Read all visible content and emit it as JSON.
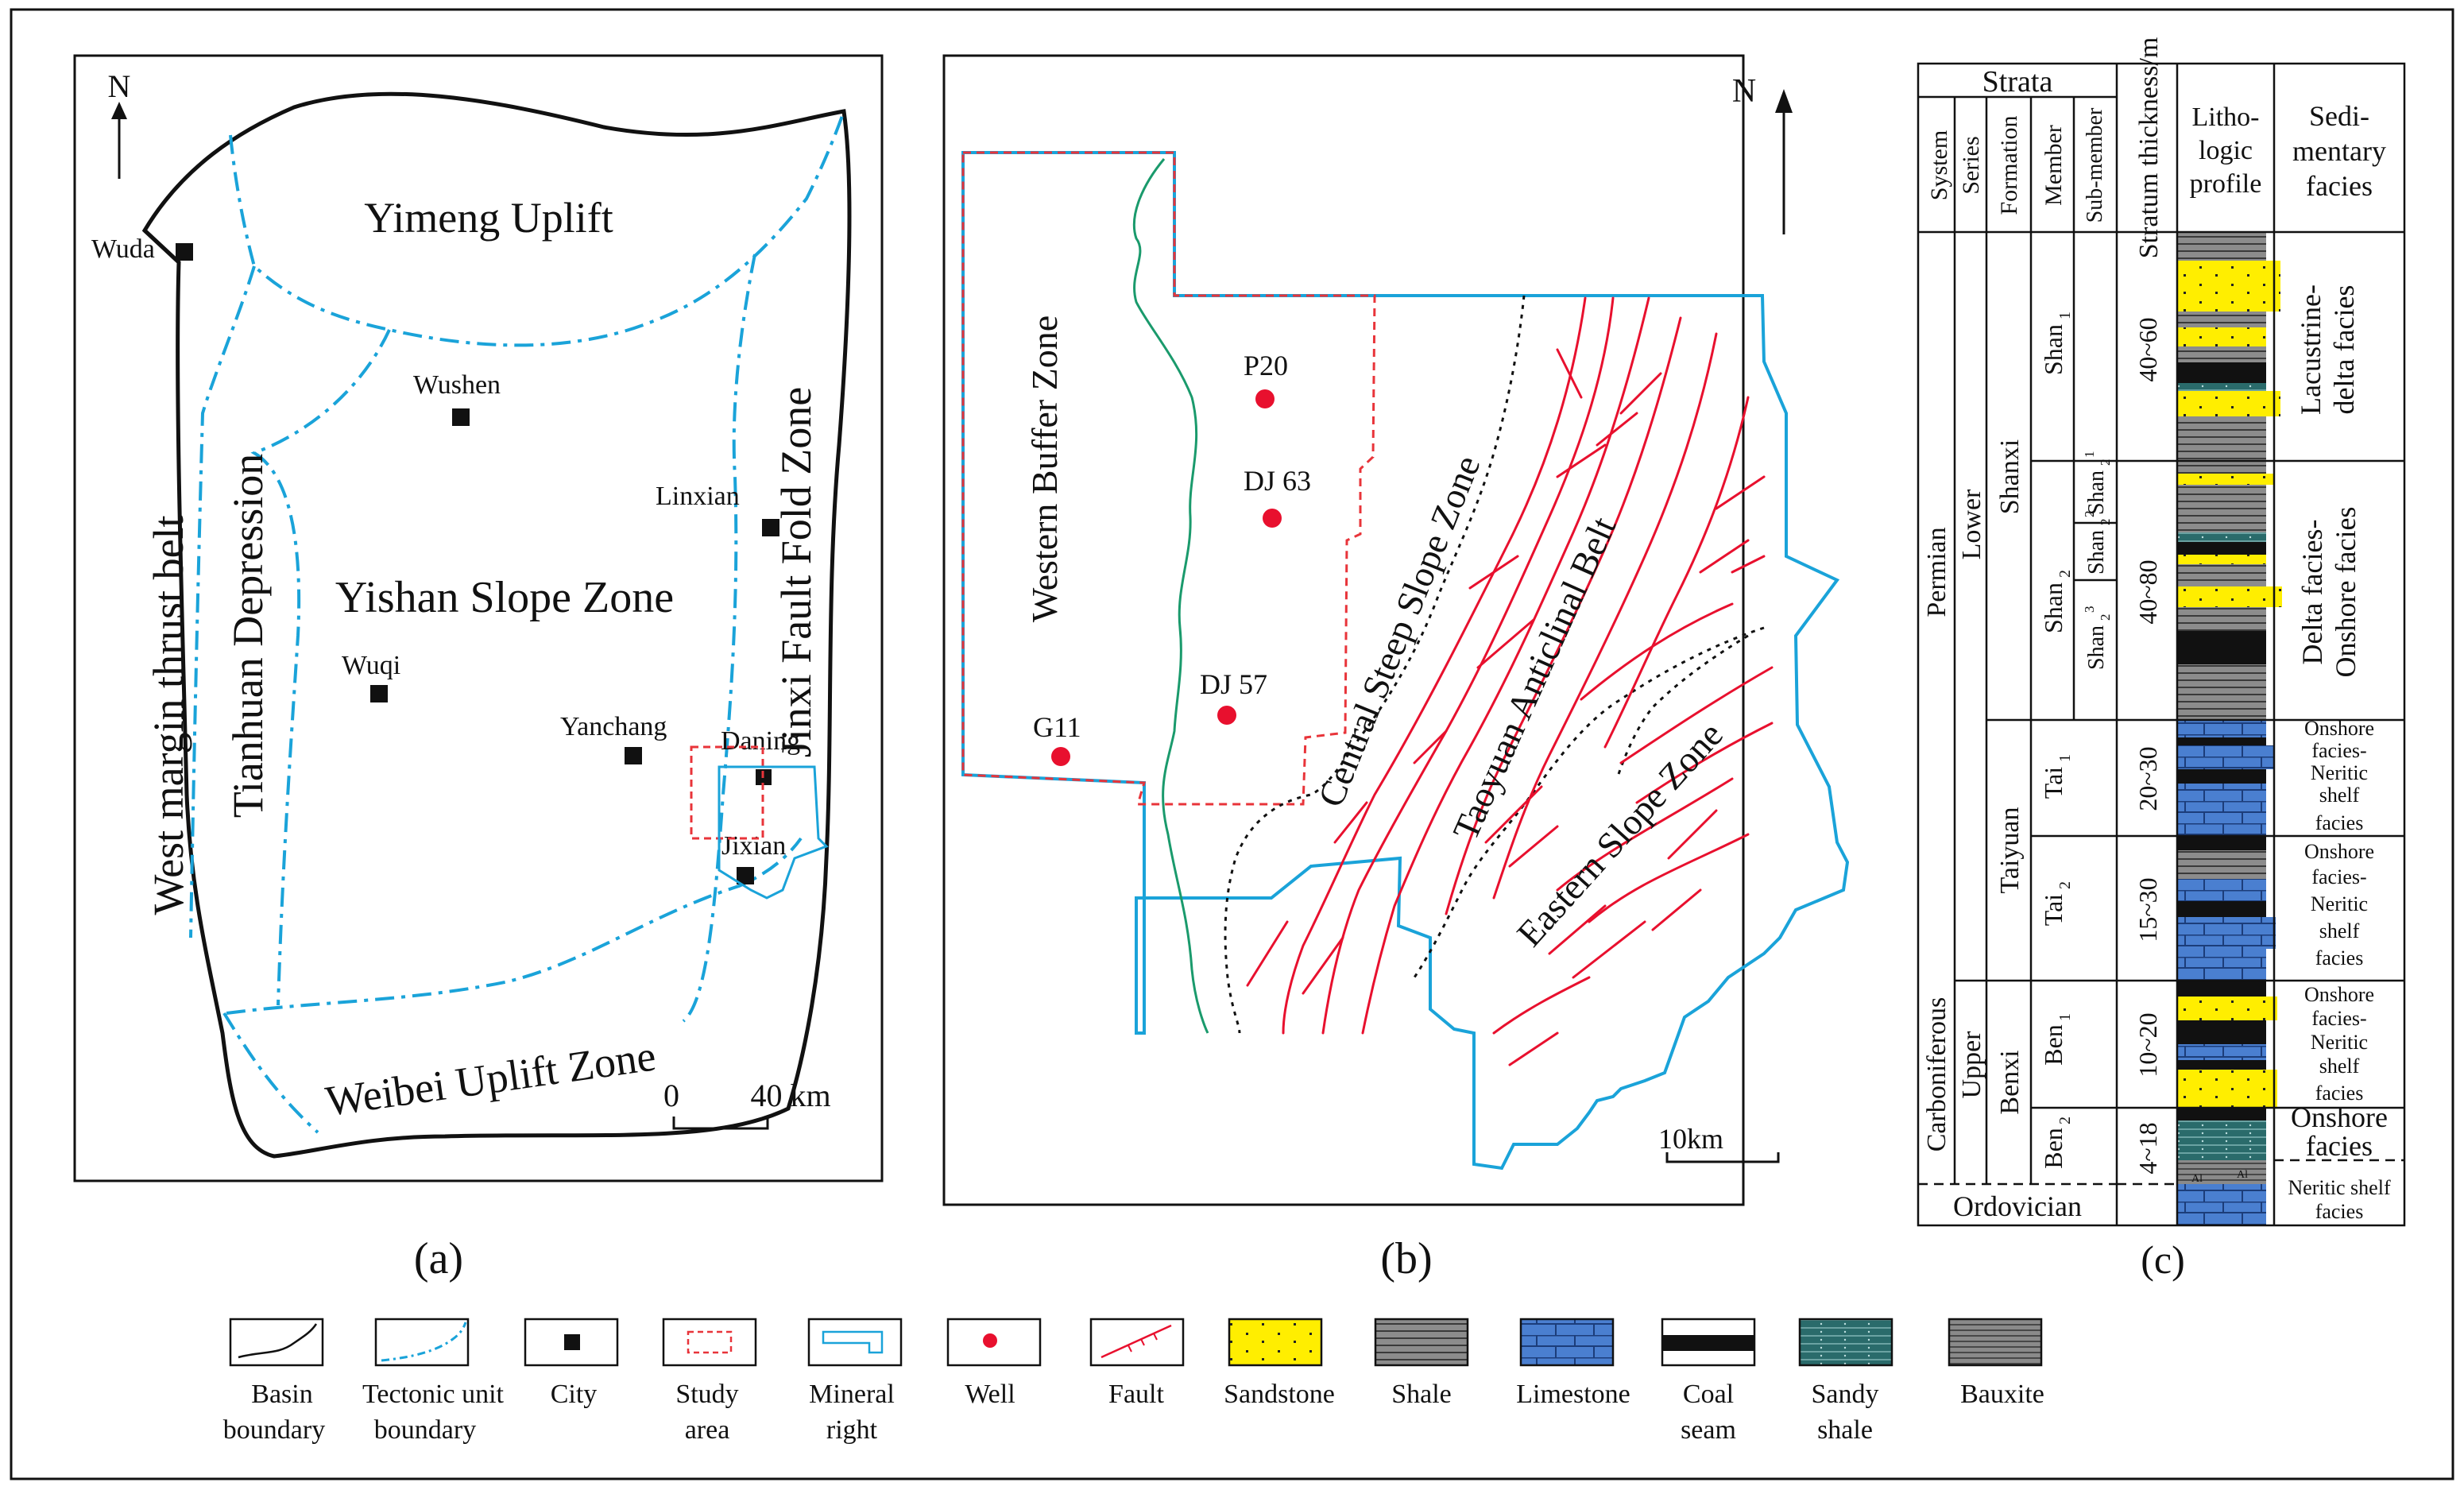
{
  "colors": {
    "basin_boundary": "#111111",
    "tectonic_boundary": "#1aa3d9",
    "study_area": "#e8343a",
    "mineral_right": "#1aa3d9",
    "well": "#e8102e",
    "fault": "#e8102e",
    "river": "#1a9a6c",
    "sandstone": "#ffee00",
    "shale": "#8c8c8c",
    "limestone": "#4a7fd0",
    "coal": "#111111",
    "sandy_shale": "#2a6b6b",
    "bauxite": "#8a8a8a"
  },
  "panel_a": {
    "caption": "(a)",
    "north": "N",
    "units": {
      "yimeng": "Yimeng Uplift",
      "jinxi": "Jinxi Fault Fold Zone",
      "tianhuan": "Tianhuan Depression",
      "west_margin": "West margin thrust belt",
      "yishan": "Yishan Slope Zone",
      "weibei": "Weibei Uplift Zone"
    },
    "cities": {
      "wuda": "Wuda",
      "wushen": "Wushen",
      "linxian": "Linxian",
      "wuqi": "Wuqi",
      "yanchang": "Yanchang",
      "daning": "Daning",
      "jixian": "Jixian"
    },
    "scale": {
      "zero": "0",
      "distance": "40 km"
    }
  },
  "panel_b": {
    "caption": "(b)",
    "north": "N",
    "zones": {
      "western": "Western Buffer Zone",
      "central": "Central Steep Slope Zone",
      "taoyuan": "Taoyuan Anticlinal Belt",
      "eastern": "Eastern Slope Zone"
    },
    "wells": {
      "p20": "P20",
      "dj63": "DJ 63",
      "dj57": "DJ 57",
      "g11": "G11"
    },
    "scale": "10km"
  },
  "panel_c": {
    "caption": "(c)",
    "headers": {
      "strata": "Strata",
      "system": "System",
      "series": "Series",
      "formation": "Formation",
      "member": "Member",
      "sub_member": "Sub-member",
      "thickness": "Stratum thickness/m",
      "lith_1": "Litho-",
      "lith_2": "logic",
      "lith_3": "profile",
      "facies_1": "Sedi-",
      "facies_2": "mentary",
      "facies_3": "facies"
    },
    "systems": {
      "permian": "Permian",
      "carboniferous": "Carboniferous"
    },
    "series": {
      "lower": "Lower",
      "upper": "Upper"
    },
    "formations": {
      "shanxi": "Shanxi",
      "taiyuan": "Taiyuan",
      "benxi": "Benxi"
    },
    "members": {
      "shan1": "Shan",
      "shan1_sub": "1",
      "shan2": "Shan",
      "shan2_sub": "2",
      "tai1": "Tai",
      "tai1_sub": "1",
      "tai2": "Tai",
      "tai2_sub": "2",
      "ben1": "Ben",
      "ben1_sub": "1",
      "ben2": "Ben",
      "ben2_sub": "2"
    },
    "sub_members": {
      "a": "Shan",
      "a_sub": "2",
      "a_sup": "1",
      "b": "Shan",
      "b_sub": "2",
      "b_sup": "2",
      "c": "Shan",
      "c_sub": "2",
      "c_sup": "3"
    },
    "thickness": {
      "shan1": "40~60",
      "shan2": "40~80",
      "tai1": "20~30",
      "tai2": "15~30",
      "ben1": "10~20",
      "ben2": "4~18"
    },
    "facies": {
      "f1a": "Lacustrine-",
      "f1b": "delta facies",
      "f2a": "Delta facies-",
      "f2b": "Onshore facies",
      "f3": [
        "Onshore",
        "facies-",
        "Neritic",
        "shelf",
        "facies"
      ],
      "f4": [
        "Onshore",
        "facies-",
        "Neritic",
        "shelf",
        "facies"
      ],
      "f5": [
        "Onshore",
        "facies-",
        "Neritic",
        "shelf",
        "facies"
      ],
      "f6a": "Onshore",
      "f6b": "facies",
      "f7a": "Neritic shelf",
      "f7b": "facies"
    },
    "ordovician": "Ordovician",
    "bauxite_mark": "Al"
  },
  "legend": {
    "basin": [
      "Basin",
      "boundary"
    ],
    "tectonic": [
      "Tectonic unit",
      "boundary"
    ],
    "city": [
      "City"
    ],
    "study": [
      "Study",
      "area"
    ],
    "mineral": [
      "Mineral",
      "right"
    ],
    "well": [
      "Well"
    ],
    "fault": [
      "Fault"
    ],
    "sandstone": [
      "Sandstone"
    ],
    "shale": [
      "Shale"
    ],
    "limestone": [
      "Limestone"
    ],
    "coal": [
      "Coal",
      "seam"
    ],
    "sandy_shale": [
      "Sandy",
      "shale"
    ],
    "bauxite": [
      "Bauxite"
    ]
  }
}
